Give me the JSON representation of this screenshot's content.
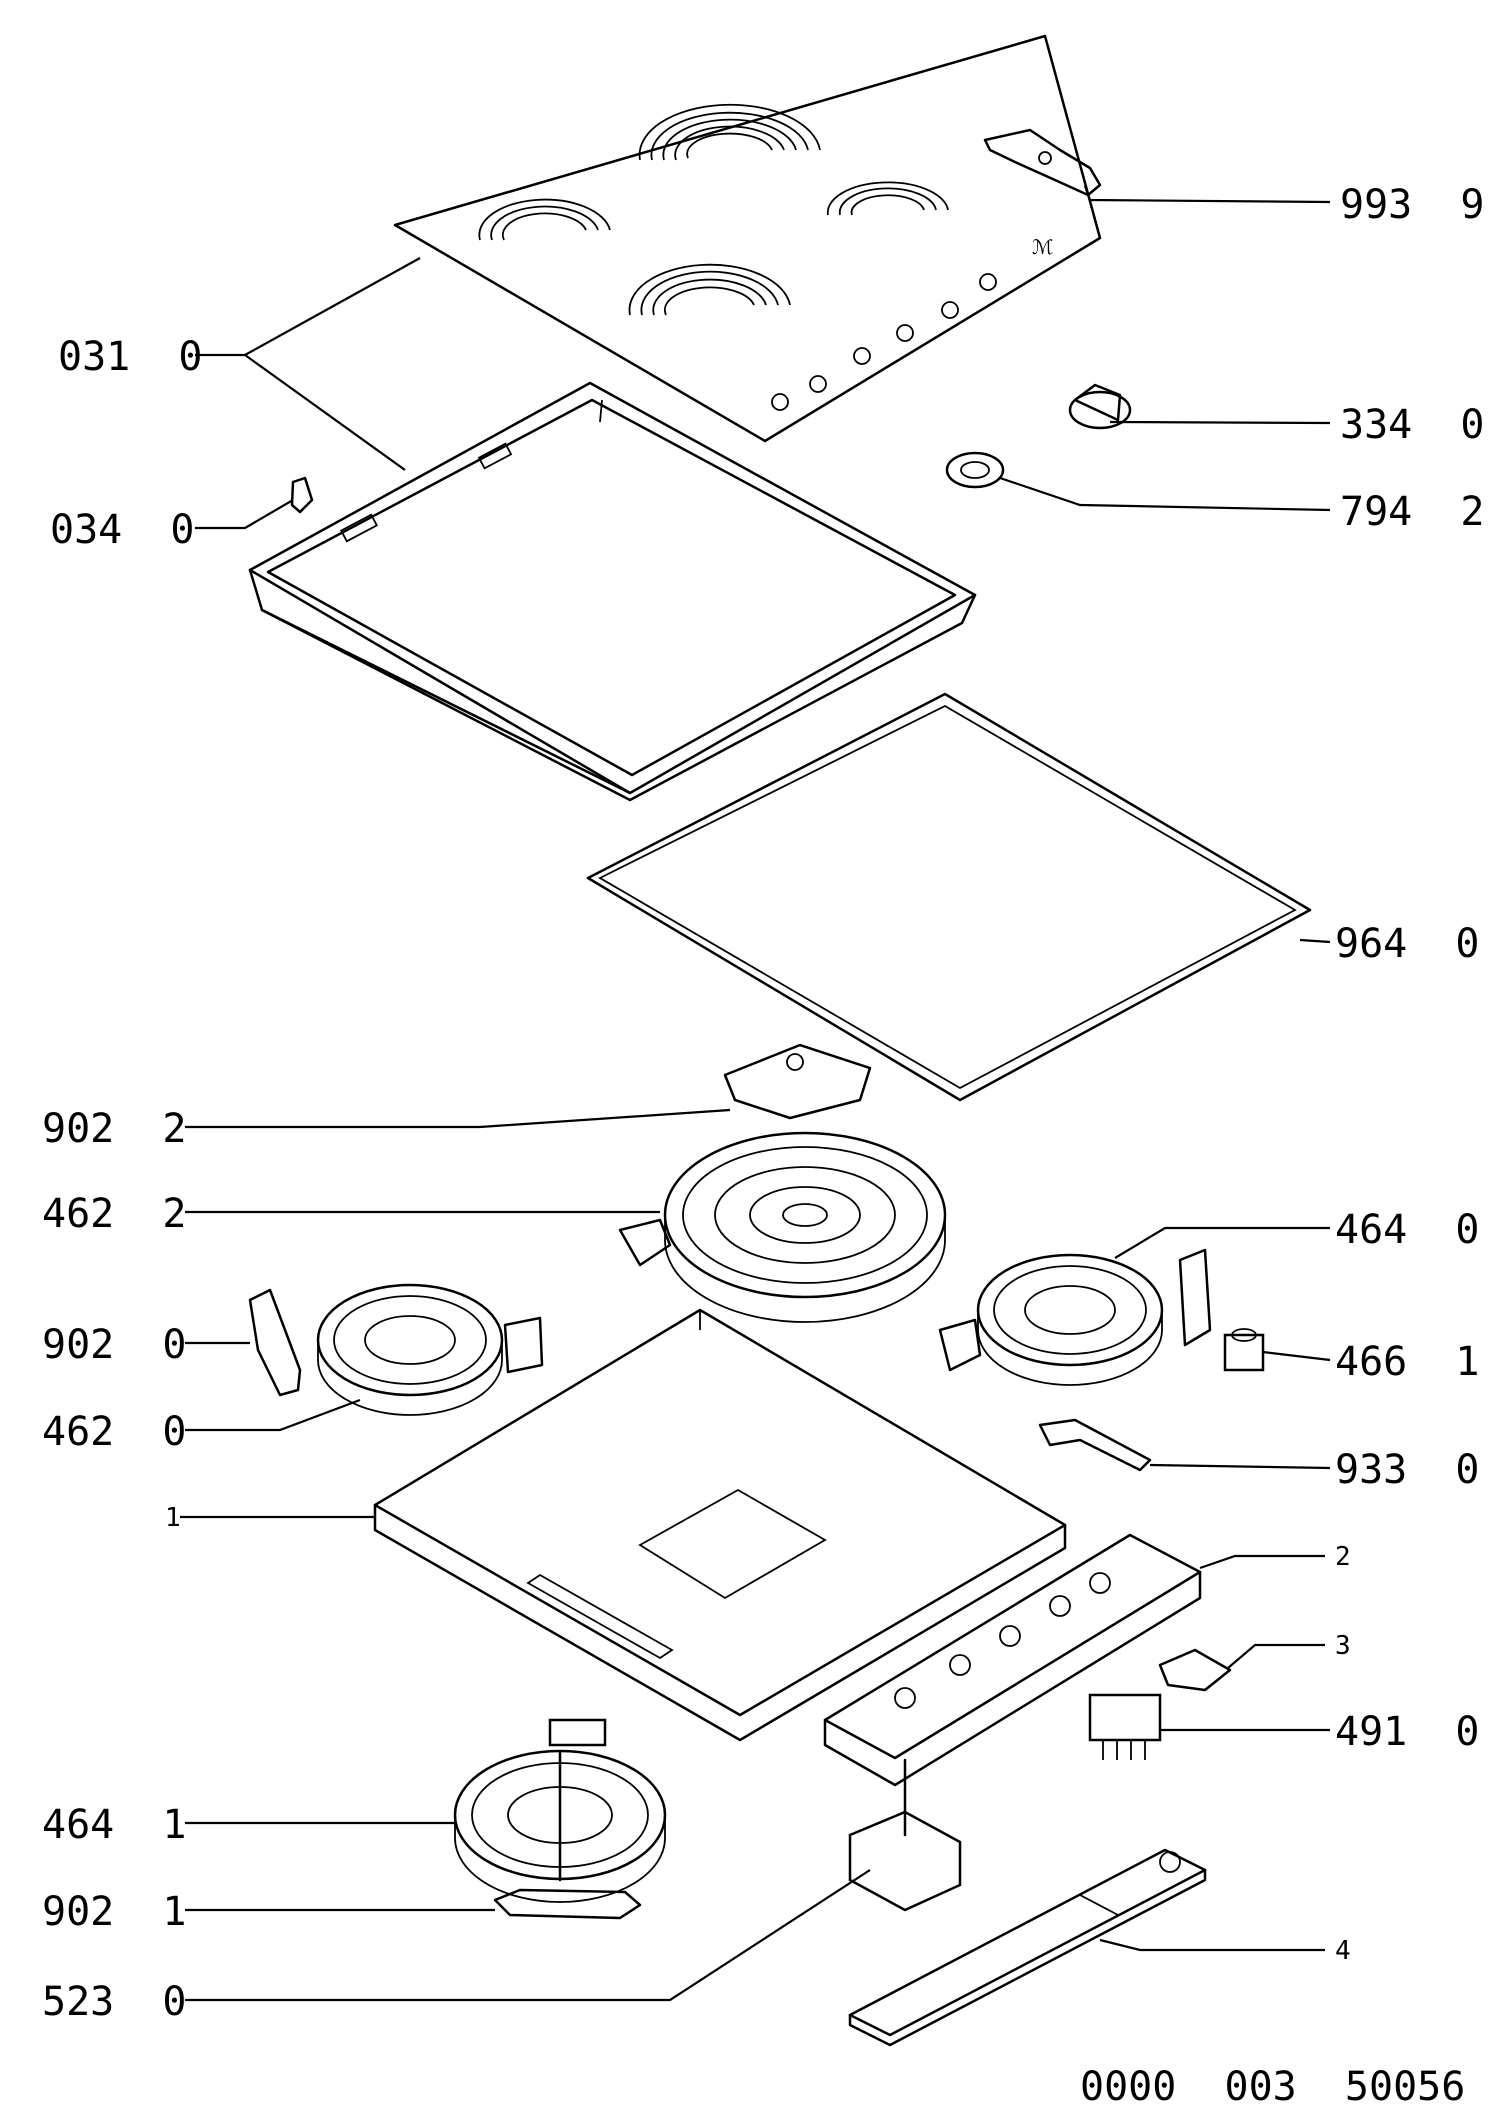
{
  "callouts": [
    {
      "id": "p9939",
      "label": "993  9"
    },
    {
      "id": "p0310",
      "label": "031  0"
    },
    {
      "id": "p3340",
      "label": "334  0"
    },
    {
      "id": "p7942",
      "label": "794  2"
    },
    {
      "id": "p0340",
      "label": "034  0"
    },
    {
      "id": "p9640",
      "label": "964  0"
    },
    {
      "id": "p9022",
      "label": "902  2"
    },
    {
      "id": "p4622",
      "label": "462  2"
    },
    {
      "id": "p4640",
      "label": "464  0"
    },
    {
      "id": "p9020",
      "label": "902  0"
    },
    {
      "id": "p4661",
      "label": "466  1"
    },
    {
      "id": "p4620",
      "label": "462  0"
    },
    {
      "id": "p9330",
      "label": "933  0"
    },
    {
      "id": "p1",
      "label": "1"
    },
    {
      "id": "p2",
      "label": "2"
    },
    {
      "id": "p3",
      "label": "3"
    },
    {
      "id": "p4910",
      "label": "491  0"
    },
    {
      "id": "p4641",
      "label": "464  1"
    },
    {
      "id": "p9021",
      "label": "902  1"
    },
    {
      "id": "p4",
      "label": "4"
    },
    {
      "id": "p5230",
      "label": "523  0"
    }
  ],
  "drawing_number": "0000  003  50056"
}
